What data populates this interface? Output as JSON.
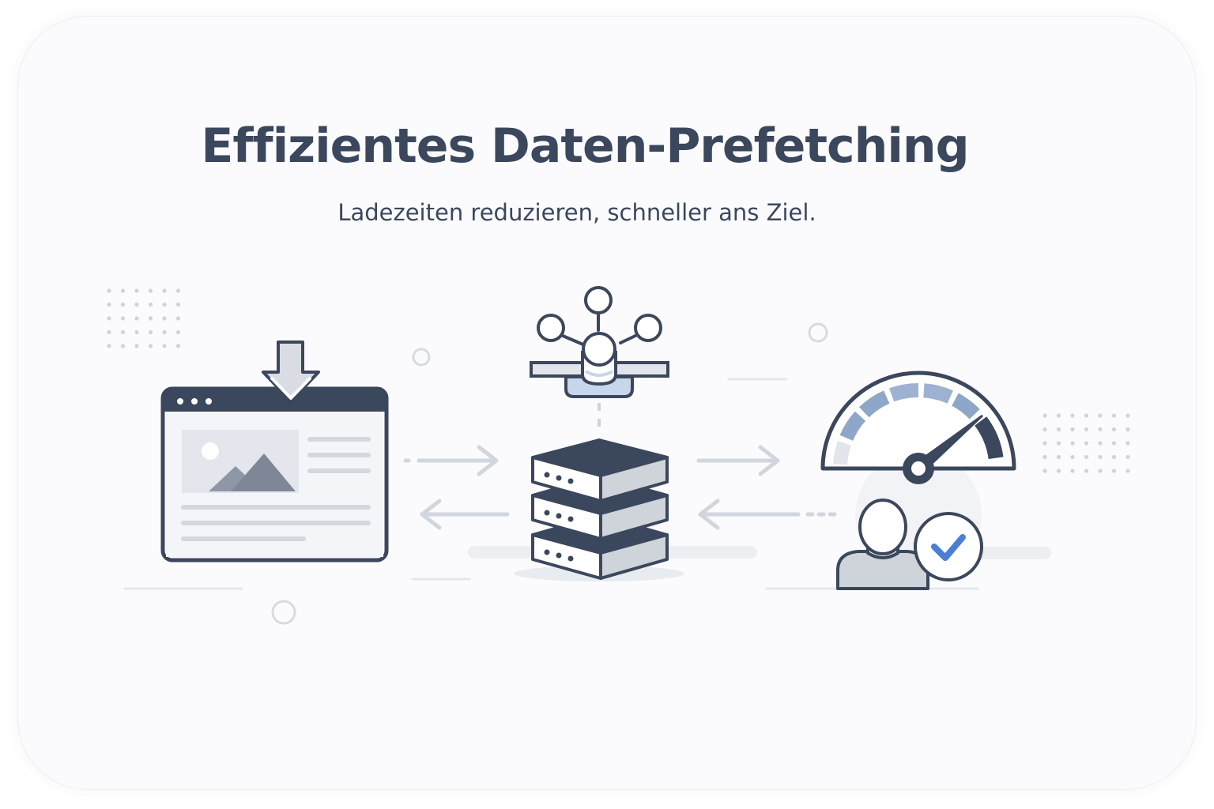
{
  "header": {
    "title": "Effizientes Daten-Prefetching",
    "subtitle": "Ladezeiten reduzieren, schneller ans Ziel."
  },
  "colors": {
    "ink": "#3b475c",
    "muted": "#b8bfcc",
    "fill_light": "#eef0f4",
    "accent_blue": "#4a7fd6",
    "gauge_blue": "#8ea6c8",
    "hub_blue": "#c8d6ec"
  },
  "icons": {
    "browser": "browser-window-icon",
    "download": "download-arrow-icon",
    "network": "network-hub-icon",
    "server": "server-stack-icon",
    "speed": "speedometer-icon",
    "user": "user-icon",
    "check": "checkmark-icon"
  },
  "gauge": {
    "needle_level": 0.78
  }
}
